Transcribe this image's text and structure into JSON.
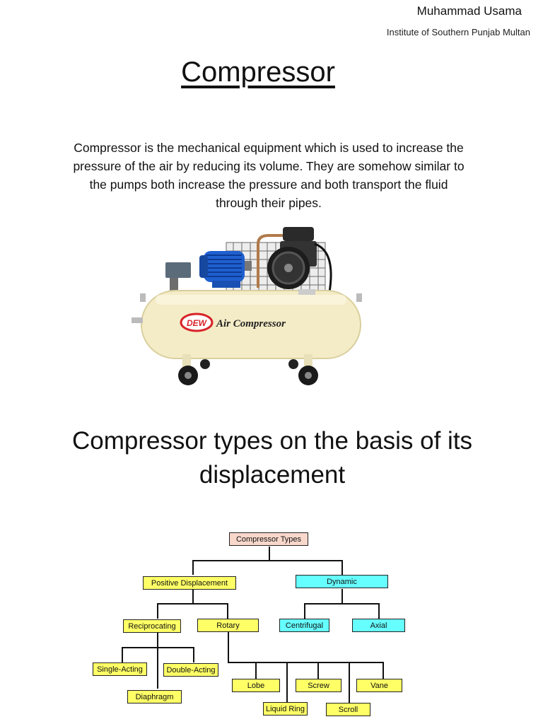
{
  "header": {
    "author": "Muhammad Usama",
    "institute": "Institute of Southern Punjab Multan"
  },
  "title": "Compressor",
  "intro": "Compressor is the mechanical equipment which is used to increase the pressure of the air by reducing its volume. They are somehow similar to the pumps both increase the pressure and both transport the fluid through their pipes.",
  "illustration": {
    "brand": "DEW",
    "label": "Air Compressor"
  },
  "section_heading": "Compressor types on the basis of its displacement",
  "diagram": {
    "root": "Compressor Types",
    "positive": "Positive Displacement",
    "dynamic": "Dynamic",
    "reciprocating": "Reciprocating",
    "rotary": "Rotary",
    "centrifugal": "Centrifugal",
    "axial": "Axial",
    "single_acting": "Single-Acting",
    "double_acting": "Double-Acting",
    "diaphragm": "Diaphragm",
    "lobe": "Lobe",
    "screw": "Screw",
    "vane": "Vane",
    "liquid_ring": "Liquid Ring",
    "scroll": "Scroll"
  },
  "colors": {
    "root_fill": "#f9d8cc",
    "positive_fill": "#ffff66",
    "dynamic_fill": "#66ffff",
    "tank": "#f4ecc6",
    "motor": "#1f5fd0",
    "brand_red": "#d8232a"
  }
}
